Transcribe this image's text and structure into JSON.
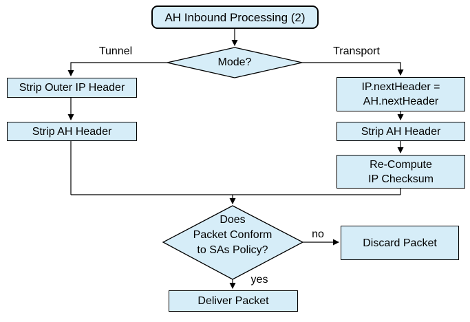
{
  "palette": {
    "node_fill": "#d6edf8",
    "node_border": "#000000",
    "line_color": "#000000",
    "background": "#ffffff"
  },
  "nodes": {
    "start": {
      "label": "AH Inbound Processing (2)"
    },
    "mode": {
      "label": "Mode?"
    },
    "strip_outer_ip": {
      "label": "Strip Outer IP Header"
    },
    "strip_ah_tunnel": {
      "label": "Strip AH Header"
    },
    "ip_next_header": {
      "line1": "IP.nextHeader =",
      "line2": "AH.nextHeader"
    },
    "strip_ah_transport": {
      "label": "Strip AH Header"
    },
    "recompute_checksum": {
      "line1": "Re-Compute",
      "line2": "IP Checksum"
    },
    "policy_check": {
      "line1": "Does",
      "line2": "Packet Conform",
      "line3": "to SAs Policy?"
    },
    "discard": {
      "label": "Discard Packet"
    },
    "deliver": {
      "label": "Deliver Packet"
    }
  },
  "edge_labels": {
    "tunnel": "Tunnel",
    "transport": "Transport",
    "no": "no",
    "yes": "yes"
  }
}
